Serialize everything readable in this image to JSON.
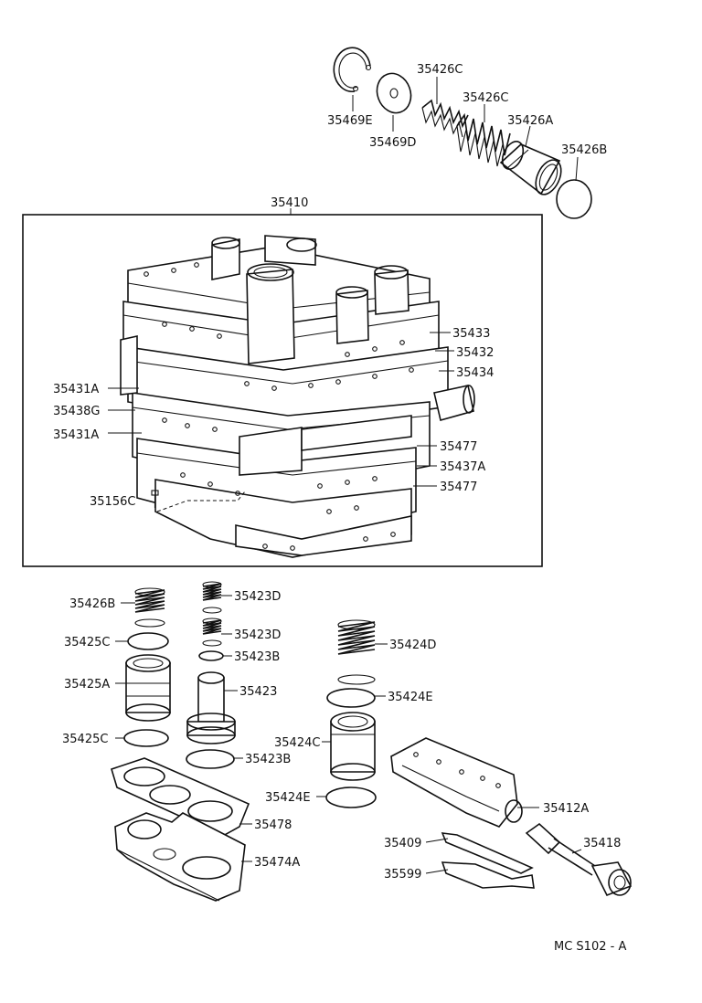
{
  "figure_code": "MC S102 - A",
  "assembly_label": "35410",
  "parts": {
    "p35469E": "35469E",
    "p35469D": "35469D",
    "p35426C_1": "35426C",
    "p35426C_2": "35426C",
    "p35426A": "35426A",
    "p35426B_top": "35426B",
    "p35433": "35433",
    "p35432": "35432",
    "p35434": "35434",
    "p35431A_1": "35431A",
    "p35438G": "35438G",
    "p35431A_2": "35431A",
    "p35477_1": "35477",
    "p35437A": "35437A",
    "p35477_2": "35477",
    "p35156C": "35156C",
    "p35426B": "35426B",
    "p35425C_1": "35425C",
    "p35425A": "35425A",
    "p35425C_2": "35425C",
    "p35423D_1": "35423D",
    "p35423D_2": "35423D",
    "p35423B_1": "35423B",
    "p35423": "35423",
    "p35423B_2": "35423B",
    "p35424D": "35424D",
    "p35424E_1": "35424E",
    "p35424C": "35424C",
    "p35424E_2": "35424E",
    "p35412A": "35412A",
    "p35409": "35409",
    "p35418": "35418",
    "p35599": "35599",
    "p35478": "35478",
    "p35474A": "35474A"
  }
}
